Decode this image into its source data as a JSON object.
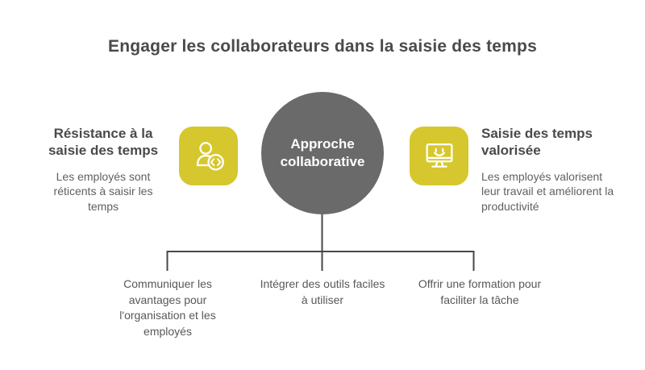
{
  "title": "Engager les collaborateurs dans la saisie des temps",
  "colors": {
    "accent_yellow": "#d6c72e",
    "circle_gray": "#6a6a6a",
    "heading_text": "#4a4a4a",
    "body_text": "#606060",
    "connector_line": "#474747",
    "background": "#ffffff"
  },
  "left_item": {
    "heading": "Résistance à la saisie des temps",
    "body": "Les employés sont réticents à saisir les temps",
    "icon": "user-code-icon"
  },
  "center": {
    "label": "Approche collaborative"
  },
  "right_item": {
    "heading": "Saisie des temps valorisée",
    "body": "Les employés valorisent leur travail et améliorent la productivité",
    "icon": "happy-monitor-icon"
  },
  "bottom_items": [
    {
      "label": "Communiquer les avantages pour l'organisation et les employés"
    },
    {
      "label": "Intégrer des outils faciles à utiliser"
    },
    {
      "label": "Offrir une formation pour faciliter la tâche"
    }
  ]
}
